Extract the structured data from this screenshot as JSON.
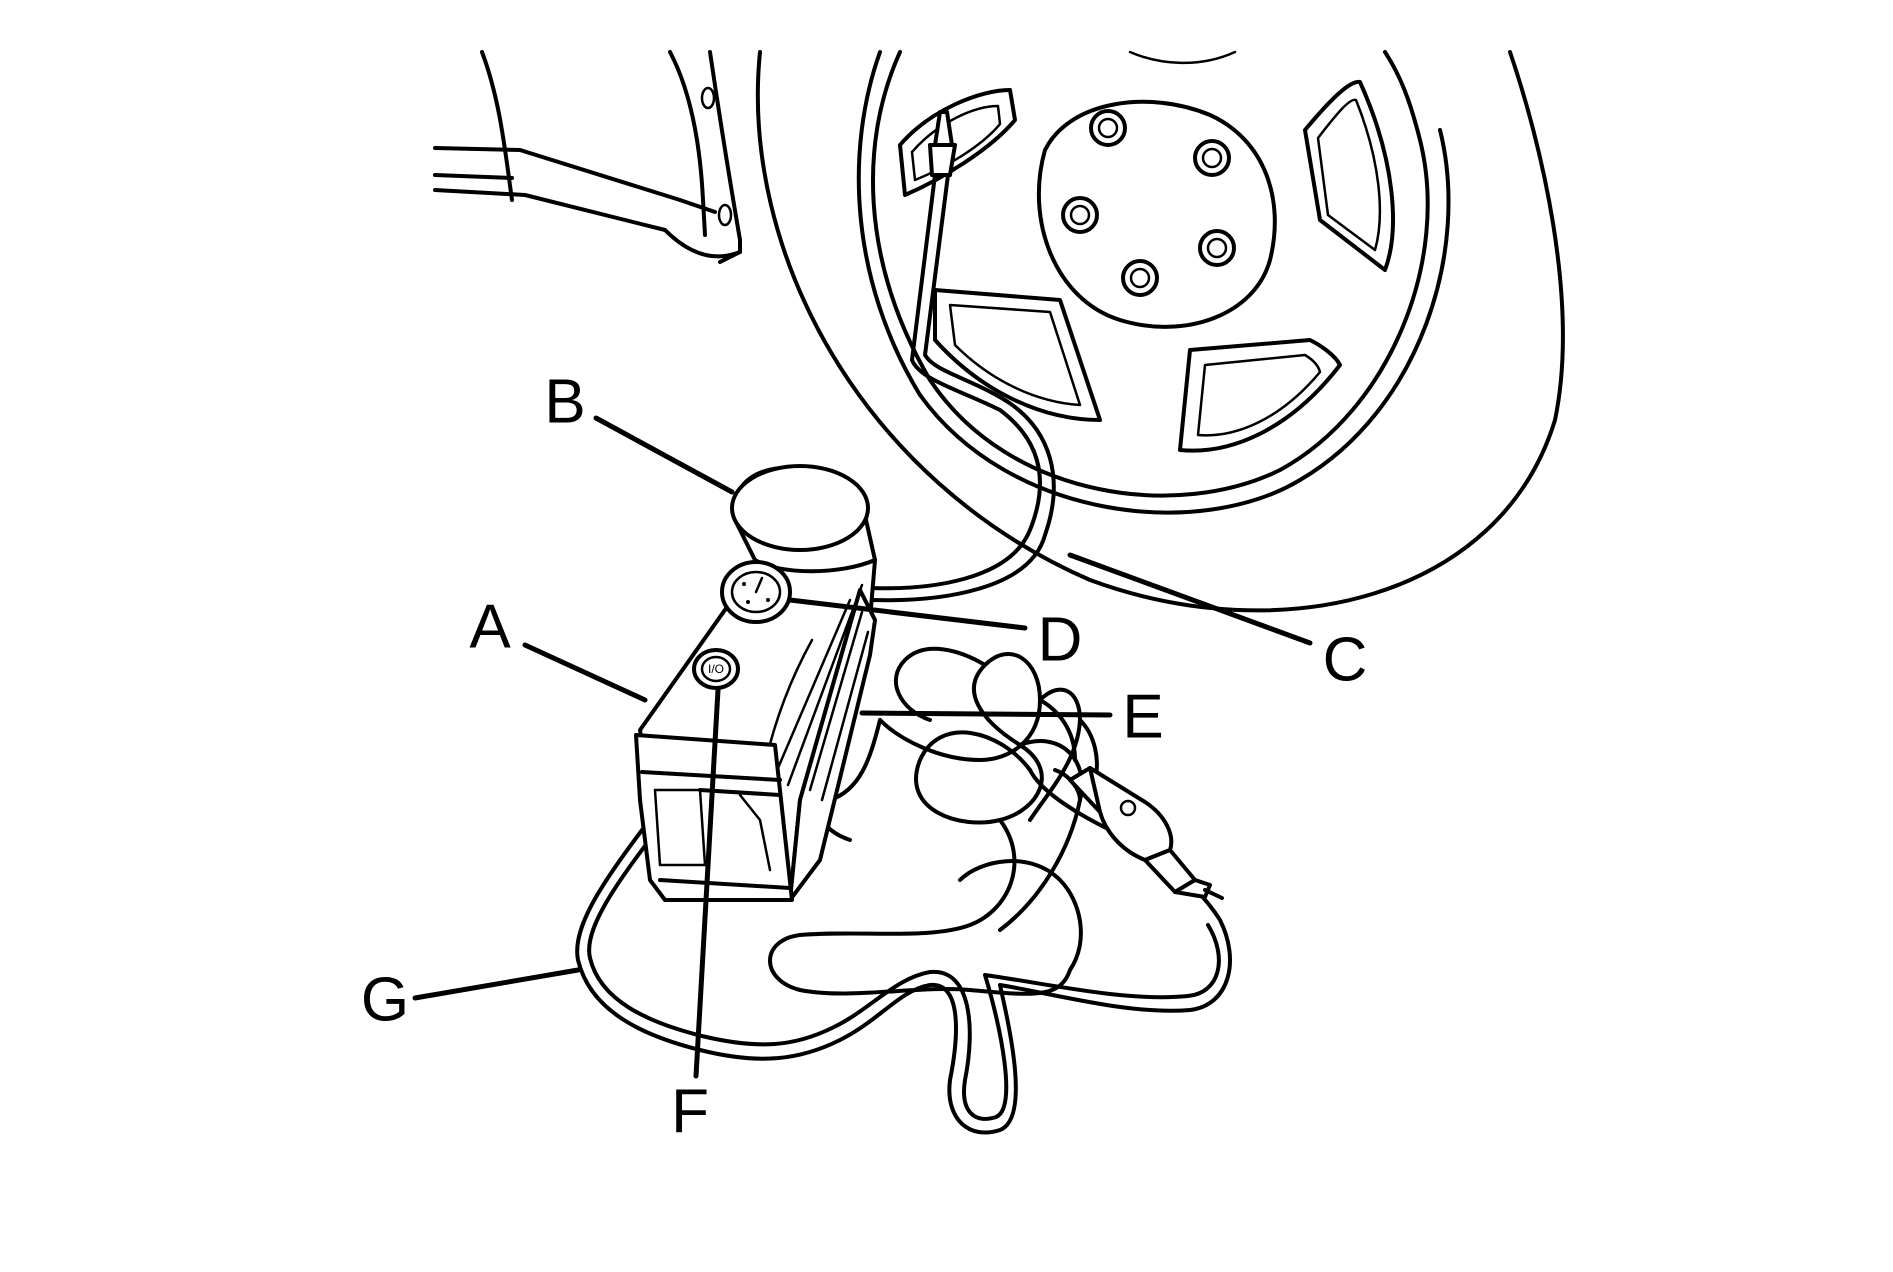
{
  "colors": {
    "ink": "#000000",
    "background": "#ffffff"
  },
  "callouts": [
    {
      "id": "A",
      "label": "A"
    },
    {
      "id": "B",
      "label": "B"
    },
    {
      "id": "C",
      "label": "C"
    },
    {
      "id": "D",
      "label": "D"
    },
    {
      "id": "E",
      "label": "E"
    },
    {
      "id": "F",
      "label": "F"
    },
    {
      "id": "G",
      "label": "G"
    }
  ],
  "switch_marking": "I/O"
}
